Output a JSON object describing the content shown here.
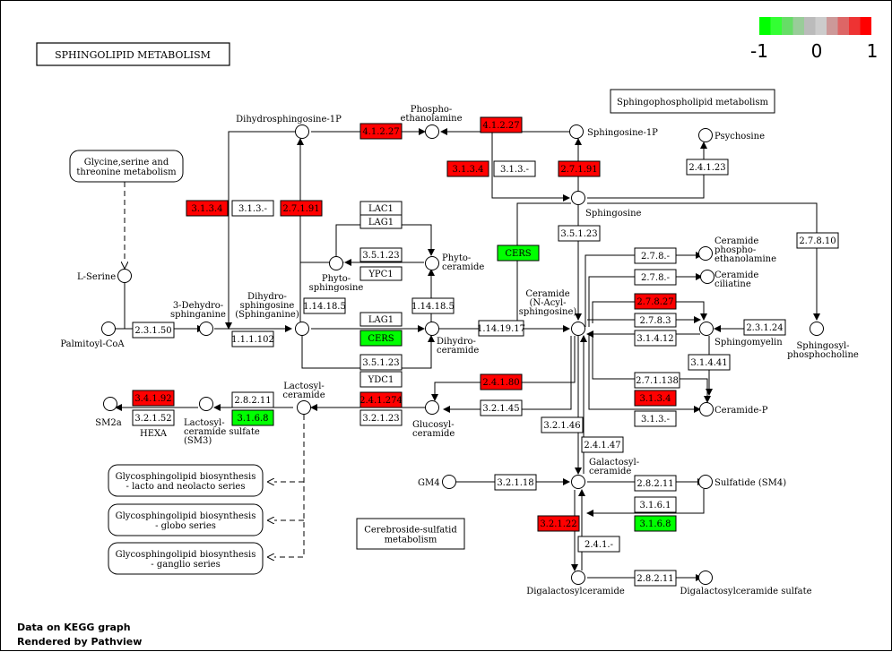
{
  "title": "SPHINGOLIPID METABOLISM",
  "footer": {
    "line1": "Data on KEGG graph",
    "line2": "Rendered by Pathview"
  },
  "legend": {
    "min": "-1",
    "mid": "0",
    "max": "1",
    "colors": [
      "#00ff00",
      "#33ff33",
      "#66dd66",
      "#99cc99",
      "#bbbbbb",
      "#cccccc",
      "#cc9999",
      "#dd6666",
      "#ee3333",
      "#ff0000"
    ]
  },
  "colors": {
    "up": "#ff0000",
    "down": "#00ff00",
    "none": "#ffffff"
  },
  "pathways": [
    {
      "name": "glycine-pathway",
      "lines": [
        "Glycine,serine and",
        "threonine metabolism"
      ]
    },
    {
      "name": "sphingophospholipid-pathway",
      "lines": [
        "Sphingophospholipid metabolism"
      ]
    },
    {
      "name": "cerebroside-pathway",
      "lines": [
        "Cerebroside-sulfatid",
        "metabolism"
      ]
    },
    {
      "name": "lacto-pathway",
      "lines": [
        "Glycosphingolipid biosynthesis",
        "- lacto and neolacto series"
      ]
    },
    {
      "name": "globo-pathway",
      "lines": [
        "Glycosphingolipid biosynthesis",
        "- globo series"
      ]
    },
    {
      "name": "ganglio-pathway",
      "lines": [
        "Glycosphingolipid biosynthesis",
        "- ganglio series"
      ]
    }
  ],
  "enzymes": [
    {
      "label": "4.1.2.27",
      "color": "up"
    },
    {
      "label": "4.1.2.27",
      "color": "up"
    },
    {
      "label": "3.1.3.4",
      "color": "up"
    },
    {
      "label": "3.1.3.-",
      "color": "none"
    },
    {
      "label": "2.7.1.91",
      "color": "up"
    },
    {
      "label": "3.1.3.4",
      "color": "up"
    },
    {
      "label": "3.1.3.-",
      "color": "none"
    },
    {
      "label": "2.7.1.91",
      "color": "up"
    },
    {
      "label": "2.4.1.23",
      "color": "none"
    },
    {
      "label": "LAC1",
      "color": "none"
    },
    {
      "label": "LAG1",
      "color": "none"
    },
    {
      "label": "3.5.1.23",
      "color": "none"
    },
    {
      "label": "YPC1",
      "color": "none"
    },
    {
      "label": "CERS",
      "color": "down"
    },
    {
      "label": "3.5.1.23",
      "color": "none"
    },
    {
      "label": "2.7.8.10",
      "color": "none"
    },
    {
      "label": "2.7.8.-",
      "color": "none"
    },
    {
      "label": "2.7.8.-",
      "color": "none"
    },
    {
      "label": "1.14.18.5",
      "color": "none"
    },
    {
      "label": "1.14.18.5",
      "color": "none"
    },
    {
      "label": "2.7.8.27",
      "color": "up"
    },
    {
      "label": "2.3.1.50",
      "color": "none"
    },
    {
      "label": "1.1.1.102",
      "color": "none"
    },
    {
      "label": "LAG1",
      "color": "none"
    },
    {
      "label": "CERS",
      "color": "down"
    },
    {
      "label": "1.14.19.17",
      "color": "none"
    },
    {
      "label": "2.7.8.3",
      "color": "none"
    },
    {
      "label": "2.3.1.24",
      "color": "none"
    },
    {
      "label": "3.1.4.12",
      "color": "none"
    },
    {
      "label": "3.5.1.23",
      "color": "none"
    },
    {
      "label": "3.1.4.41",
      "color": "none"
    },
    {
      "label": "YDC1",
      "color": "none"
    },
    {
      "label": "2.4.1.80",
      "color": "up"
    },
    {
      "label": "2.7.1.138",
      "color": "none"
    },
    {
      "label": "3.2.1.45",
      "color": "none"
    },
    {
      "label": "3.2.1.46",
      "color": "none"
    },
    {
      "label": "3.1.3.4",
      "color": "up"
    },
    {
      "label": "3.1.3.-",
      "color": "none"
    },
    {
      "label": "3.4.1.92",
      "color": "up"
    },
    {
      "label": "3.2.1.52",
      "color": "none"
    },
    {
      "label": "2.8.2.11",
      "color": "none"
    },
    {
      "label": "3.1.6.8",
      "color": "down"
    },
    {
      "label": "2.4.1.274",
      "color": "up"
    },
    {
      "label": "3.2.1.23",
      "color": "none"
    },
    {
      "label": "2.4.1.47",
      "color": "none"
    },
    {
      "label": "3.2.1.18",
      "color": "none"
    },
    {
      "label": "2.8.2.11",
      "color": "none"
    },
    {
      "label": "3.1.6.1",
      "color": "none"
    },
    {
      "label": "3.1.6.8",
      "color": "down"
    },
    {
      "label": "3.2.1.22",
      "color": "up"
    },
    {
      "label": "2.4.1.-",
      "color": "none"
    },
    {
      "label": "2.8.2.11",
      "color": "none"
    }
  ],
  "compounds": [
    {
      "lines": [
        "Dihydrosphingosine-1P"
      ]
    },
    {
      "lines": [
        "Phospho-",
        "ethanolamine"
      ]
    },
    {
      "lines": [
        "Sphingosine-1P"
      ]
    },
    {
      "lines": [
        "Psychosine"
      ]
    },
    {
      "lines": [
        "Sphingosine"
      ]
    },
    {
      "lines": [
        "L-Serine"
      ]
    },
    {
      "lines": [
        "Phyto-",
        "sphingosine"
      ]
    },
    {
      "lines": [
        "Phyto-",
        "ceramide"
      ]
    },
    {
      "lines": [
        "Ceramide",
        "phospho-",
        "ethanolamine"
      ]
    },
    {
      "lines": [
        "Ceramide",
        "ciliatine"
      ]
    },
    {
      "lines": [
        "Palmitoyl-CoA"
      ]
    },
    {
      "lines": [
        "3-Dehydro-",
        "sphinganine"
      ]
    },
    {
      "lines": [
        "Dihydro-",
        "sphingosine",
        "(Sphinganine)"
      ]
    },
    {
      "lines": [
        "Dihydro-",
        "ceramide"
      ]
    },
    {
      "lines": [
        "Ceramide",
        "(N-Acyl-",
        "sphingosine)"
      ]
    },
    {
      "lines": [
        "Sphingomyelin"
      ]
    },
    {
      "lines": [
        "Sphingosyl-",
        "phosphocholine"
      ]
    },
    {
      "lines": [
        "Ceramide-P"
      ]
    },
    {
      "lines": [
        "SM2a"
      ]
    },
    {
      "lines": [
        "Lactosyl-",
        "ceramide sulfate",
        "(SM3)"
      ]
    },
    {
      "lines": [
        "Lactosyl-",
        "ceramide"
      ]
    },
    {
      "lines": [
        "Glucosyl-",
        "ceramide"
      ]
    },
    {
      "lines": [
        "HEXA"
      ]
    },
    {
      "lines": [
        "GM4"
      ]
    },
    {
      "lines": [
        "Galactosyl-",
        "ceramide"
      ]
    },
    {
      "lines": [
        "Sulfatide (SM4)"
      ]
    },
    {
      "lines": [
        "Digalactosylceramide"
      ]
    },
    {
      "lines": [
        "Digalactosylceramide sulfate"
      ]
    }
  ]
}
